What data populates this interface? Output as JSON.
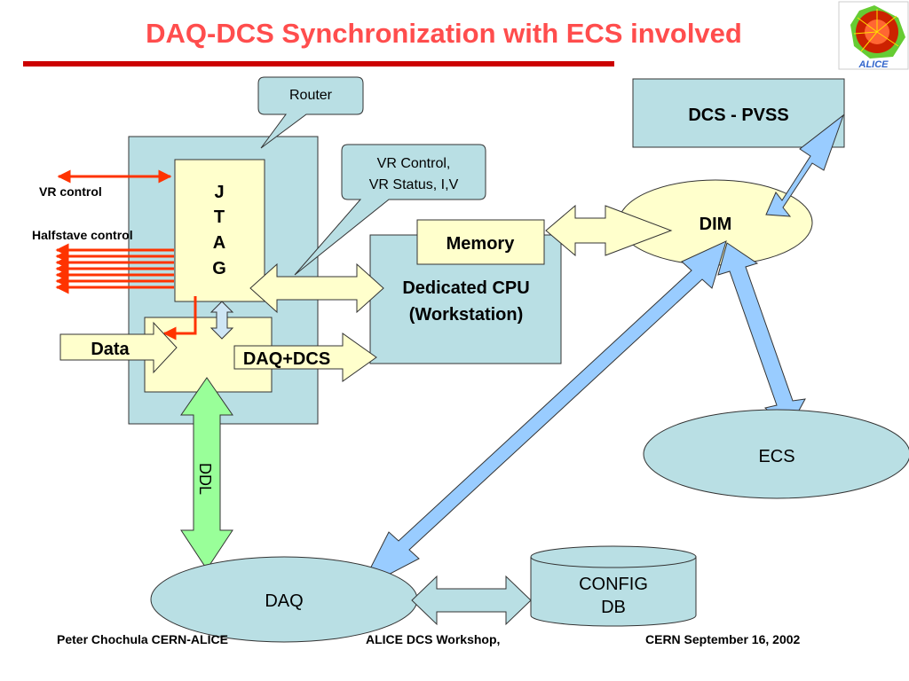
{
  "title": "DAQ-DCS Synchronization with ECS involved",
  "logo": {
    "label": "ALICE",
    "icon": "alice-logo-icon"
  },
  "labels": {
    "router": "Router",
    "vr_control_callout_line1": "VR Control,",
    "vr_control_callout_line2": "VR Status, I,V",
    "dcs_pvss": "DCS - PVSS",
    "dim": "DIM",
    "memory": "Memory",
    "cpu_line1": "Dedicated CPU",
    "cpu_line2": "(Workstation)",
    "jtag_j": "J",
    "jtag_t": "T",
    "jtag_a": "A",
    "jtag_g": "G",
    "vr_control": "VR control",
    "halfstave_control": "Halfstave control",
    "data": "Data",
    "daq_dcs": "DAQ+DCS",
    "ddl": "DDL",
    "ecs": "ECS",
    "daq": "DAQ",
    "config_line1": "CONFIG",
    "config_line2": "DB"
  },
  "footer": {
    "author": "Peter Chochula CERN-ALICE",
    "event": "ALICE DCS Workshop,",
    "date": "CERN  September 16, 2002"
  },
  "colors": {
    "title": "#ff4d4d",
    "box_fill": "#b9dfe4",
    "yellow_fill": "#ffffcc",
    "blue_arrow": "#99ccff",
    "green_arrow": "#99ff99",
    "red_signal": "#ff3300",
    "title_rule": "#cc0000"
  }
}
